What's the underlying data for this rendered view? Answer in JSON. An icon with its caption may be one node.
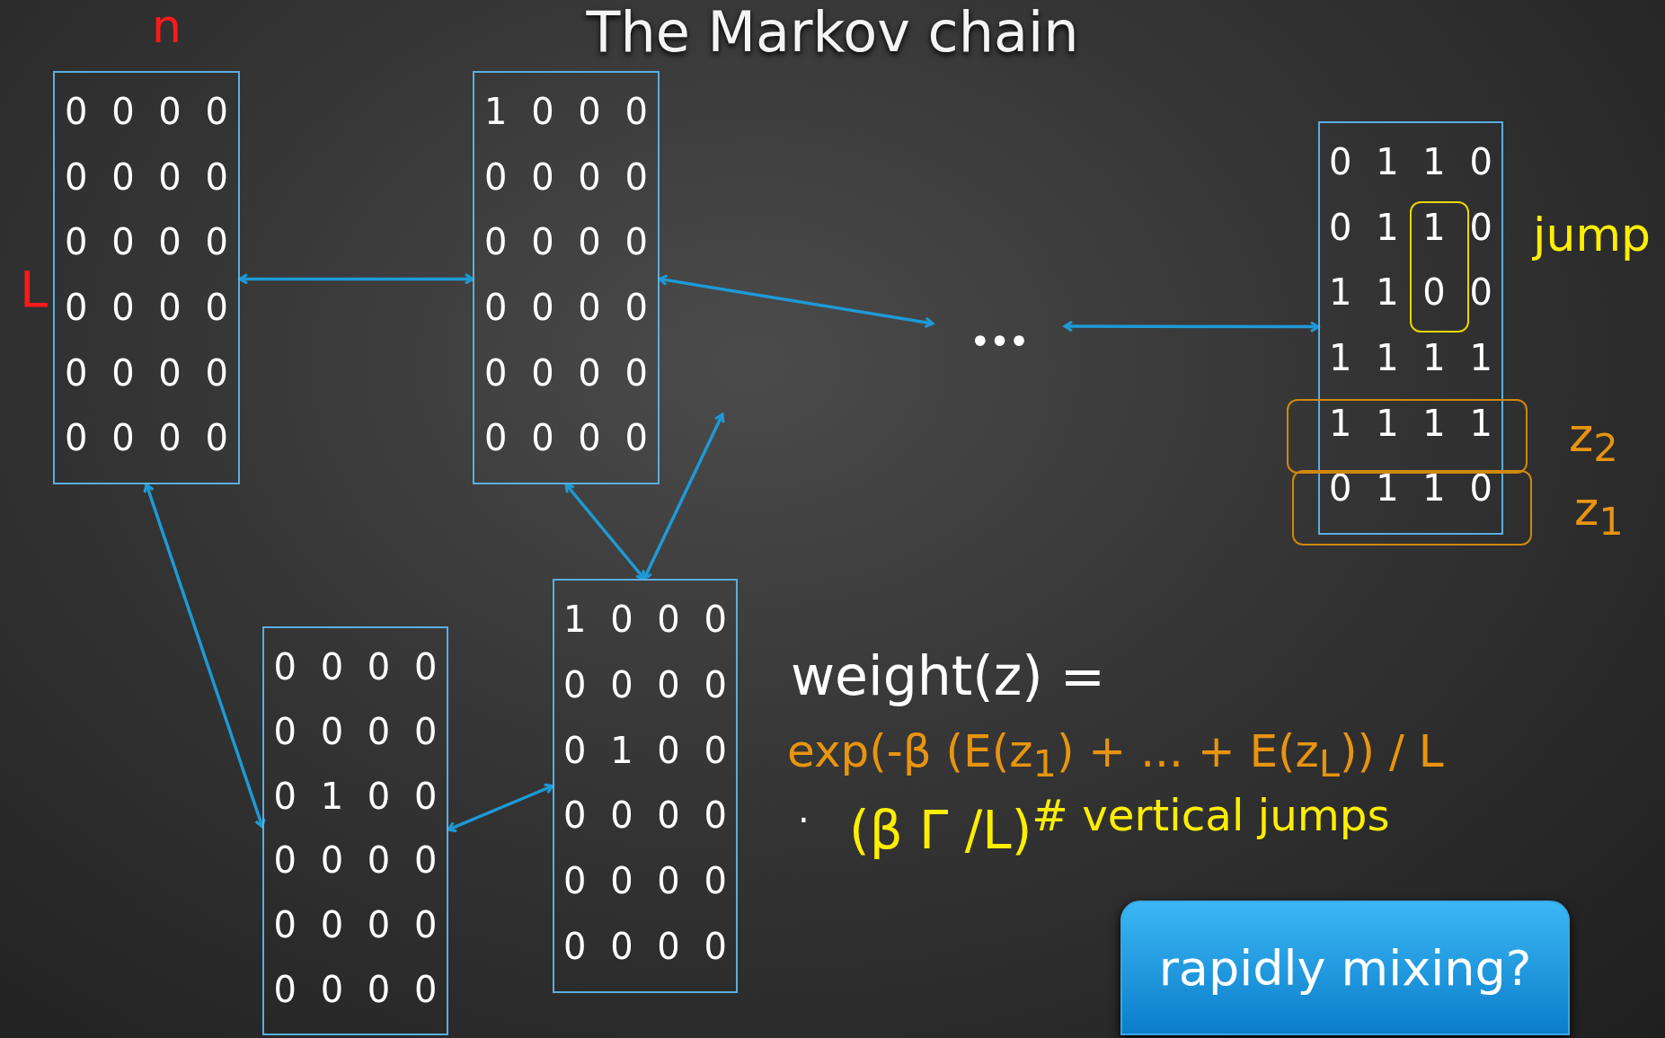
{
  "diagram": {
    "title": "The Markov chain",
    "nodes": [
      {
        "text": [
          "0 0 0 0",
          "0 0 0 0",
          "0 0 0 0",
          "0 0 0 0",
          "0 0 0 0",
          "0 0 0 0"
        ]
      },
      {
        "text": [
          "1 0 0 0",
          "0 0 0 0",
          "0 0 0 0",
          "0 0 0 0",
          "0 0 0 0",
          "0 0 0 0"
        ]
      },
      {
        "text": [
          "•••"
        ]
      },
      {
        "text": [
          "0 1 1 0",
          "0 1 1 0",
          "1 1 0 0",
          "1 1 1 1",
          "1 1 1 1",
          "0 1 1 0"
        ]
      },
      {
        "text": [
          "1 0 0 0",
          "0 0 0 0",
          "0 1 0 0",
          "0 0 0 0",
          "0 0 0 0",
          "0 0 0 0"
        ]
      },
      {
        "text": [
          "0 0 0 0",
          "0 0 0 0",
          "0 1 0 0",
          "0 0 0 0",
          "0 0 0 0",
          "0 0 0 0"
        ]
      },
      {
        "text": [
          "rapidly mixing?"
        ]
      }
    ],
    "edges": [
      {
        "from": 0,
        "to": 1,
        "arrow": "both"
      },
      {
        "from": 1,
        "to": 2,
        "arrow": "both"
      },
      {
        "from": 2,
        "to": 3,
        "arrow": "both"
      },
      {
        "from": 1,
        "to": 4,
        "arrow": "both"
      },
      {
        "from": 4,
        "to": null,
        "arrow": "both"
      },
      {
        "from": 0,
        "to": 5,
        "arrow": "both"
      },
      {
        "from": 4,
        "to": 5,
        "arrow": "both"
      }
    ],
    "labels": [
      "n",
      "L",
      "jump",
      "z$_{2}$",
      "z$_{1}$",
      "weight(z) =",
      "exp(-β (E(z$_{1}$) + ... + E(z$_{L}$)) / L",
      "·",
      "(β Γ /L)$^{# vertical jumps}$"
    ]
  }
}
